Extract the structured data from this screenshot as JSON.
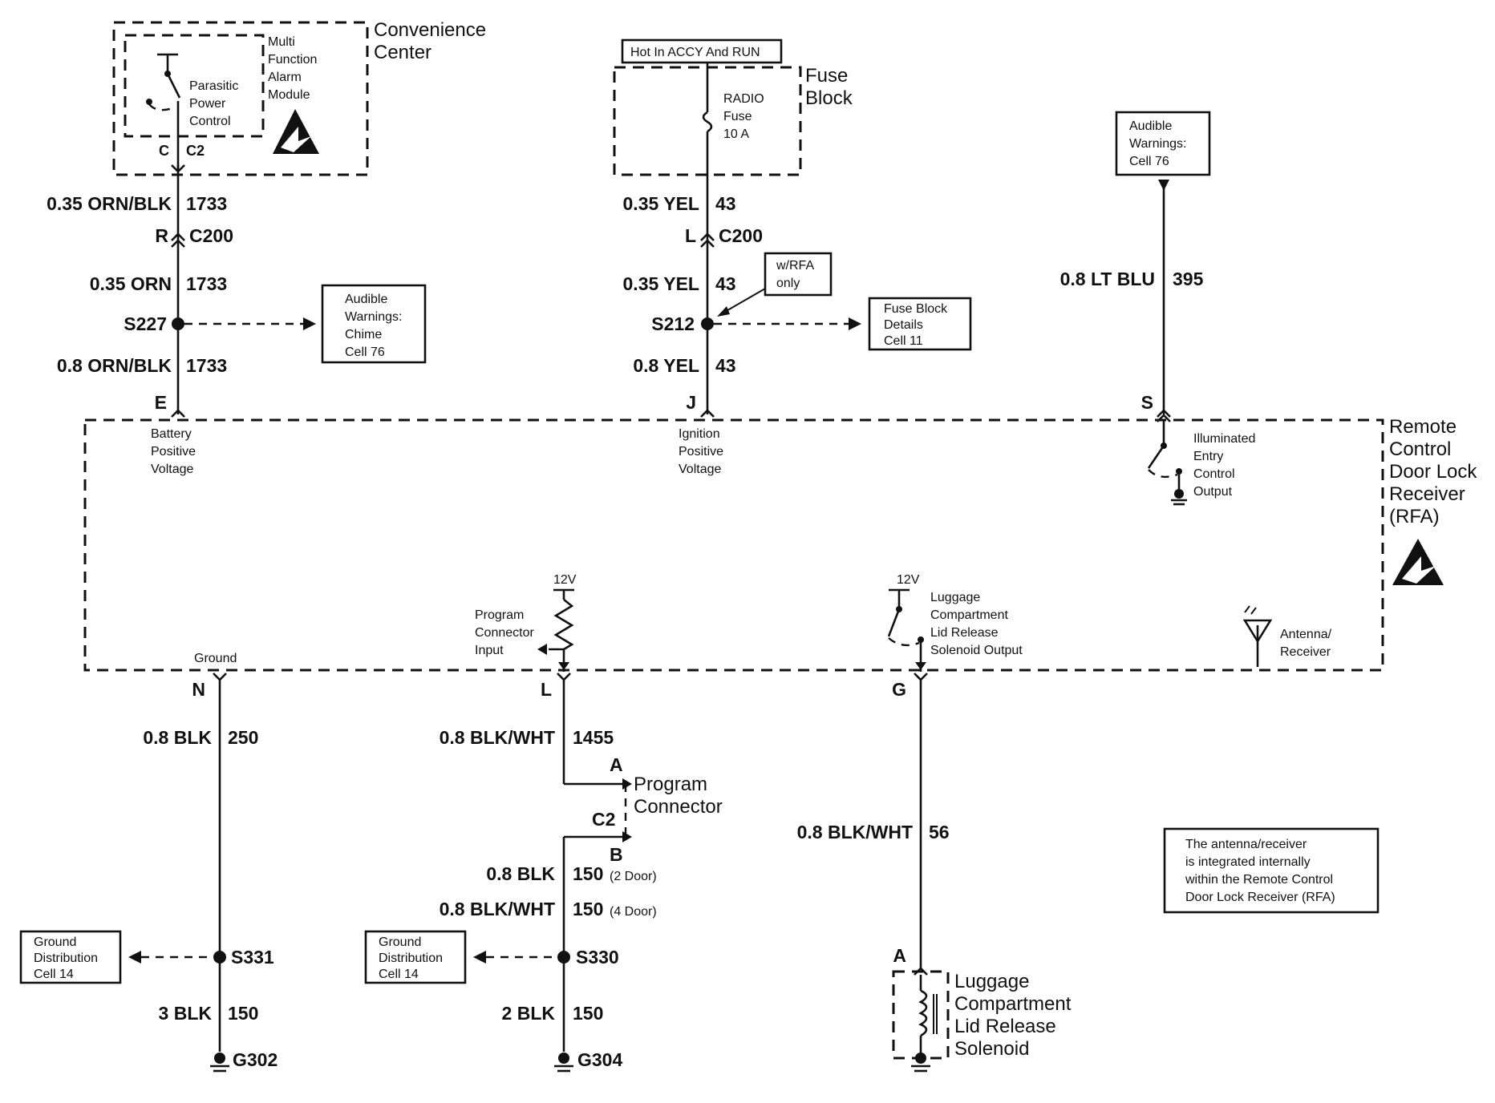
{
  "modules": {
    "convenience_center": [
      "Convenience",
      "Center"
    ],
    "alarm_module": [
      "Multi",
      "Function",
      "Alarm",
      "Module"
    ],
    "parasitic": [
      "Parasitic",
      "Power",
      "Control"
    ],
    "fuse_block": [
      "Fuse",
      "Block"
    ],
    "hot_label": "Hot In ACCY And RUN",
    "radio_fuse": [
      "RADIO",
      "Fuse",
      "10 A"
    ],
    "rfa": [
      "Remote",
      "Control",
      "Door Lock",
      "Receiver",
      "(RFA)"
    ],
    "battery_positive": [
      "Battery",
      "Positive",
      "Voltage"
    ],
    "ignition_positive": [
      "Ignition",
      "Positive",
      "Voltage"
    ],
    "illuminated_entry": [
      "Illuminated",
      "Entry",
      "Control",
      "Output"
    ],
    "program_input": [
      "Program",
      "Connector",
      "Input"
    ],
    "luggage_output": [
      "Luggage",
      "Compartment",
      "Lid Release",
      "Solenoid Output"
    ],
    "antenna": [
      "Antenna/",
      "Receiver"
    ],
    "ground_internal": "Ground",
    "twelve_v": "12V",
    "program_connector": [
      "Program",
      "Connector"
    ],
    "luggage_solenoid": [
      "Luggage",
      "Compartment",
      "Lid Release",
      "Solenoid"
    ],
    "note": [
      "The antenna/receiver",
      "is integrated internally",
      "within the Remote Control",
      "Door Lock Receiver (RFA)"
    ]
  },
  "refs": {
    "audible_chime": [
      "Audible",
      "Warnings:",
      "Chime",
      "Cell 76"
    ],
    "audible_top": [
      "Audible",
      "Warnings:",
      "Cell 76"
    ],
    "fuse_details": [
      "Fuse Block",
      "Details",
      "Cell 11"
    ],
    "rfa_only": [
      "w/RFA",
      "only"
    ],
    "ground_dist": [
      "Ground",
      "Distribution",
      "Cell 14"
    ]
  },
  "circuits": {
    "c1_top": {
      "wire": "0.35 ORN/BLK",
      "num": "1733"
    },
    "c1_mid": {
      "wire": "0.35 ORN",
      "num": "1733"
    },
    "c1_bot": {
      "wire": "0.8 ORN/BLK",
      "num": "1733"
    },
    "c2_top": {
      "wire": "0.35 YEL",
      "num": "43"
    },
    "c2_mid": {
      "wire": "0.35 YEL",
      "num": "43"
    },
    "c2_bot": {
      "wire": "0.8 YEL",
      "num": "43"
    },
    "c3": {
      "wire": "0.8 LT BLU",
      "num": "395"
    },
    "g1_top": {
      "wire": "0.8 BLK",
      "num": "250"
    },
    "g1_bot": {
      "wire": "3 BLK",
      "num": "150"
    },
    "p_top": {
      "wire": "0.8 BLK/WHT",
      "num": "1455"
    },
    "p_mid1": {
      "wire": "0.8 BLK",
      "num": "150",
      "note": "(2 Door)"
    },
    "p_mid2": {
      "wire": "0.8 BLK/WHT",
      "num": "150",
      "note": "(4 Door)"
    },
    "p_bot": {
      "wire": "2 BLK",
      "num": "150"
    },
    "lug": {
      "wire": "0.8 BLK/WHT",
      "num": "56"
    }
  },
  "connectors": {
    "c_pin": "C",
    "c2": "C2",
    "r": "R",
    "c200a": "C200",
    "l": "L",
    "c200b": "C200",
    "e": "E",
    "j": "J",
    "s": "S",
    "n": "N",
    "l2": "L",
    "g": "G",
    "a": "A",
    "b": "B",
    "c2b": "C2",
    "a2": "A"
  },
  "splices": {
    "s227": "S227",
    "s212": "S212",
    "s331": "S331",
    "s330": "S330"
  },
  "grounds": {
    "g302": "G302",
    "g304": "G304"
  }
}
